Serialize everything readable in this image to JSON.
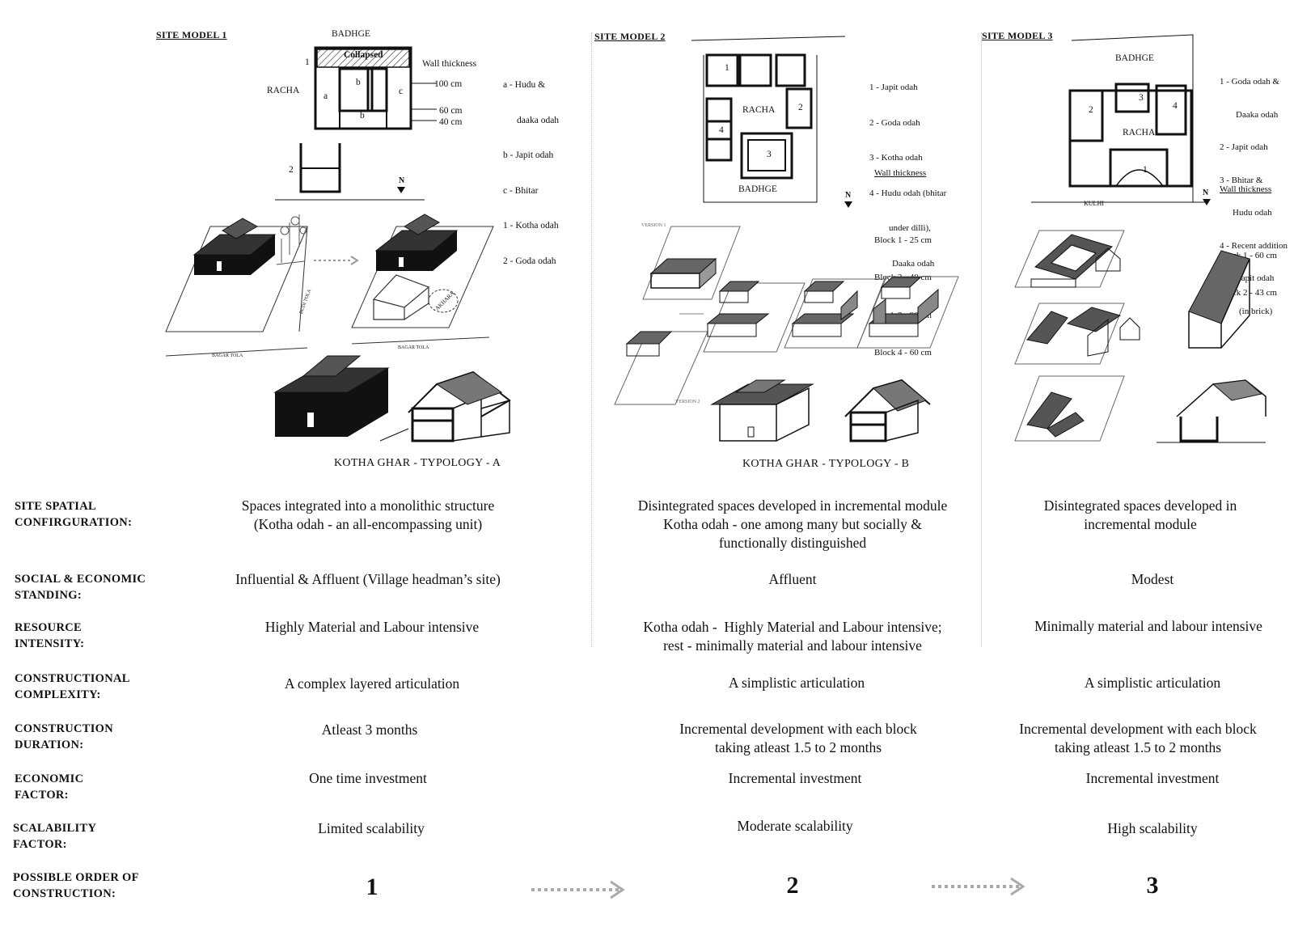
{
  "models": [
    {
      "title": "SITE MODEL 1",
      "plan": {
        "badhge": "BADHGE",
        "collapsed": "Collapsed",
        "racha": "RACHA",
        "letters": [
          "a",
          "b",
          "b",
          "c"
        ],
        "numbers": [
          "1",
          "2"
        ],
        "wall_thickness": "Wall thickness",
        "dims": [
          "100 cm",
          "60 cm",
          "40 cm"
        ]
      },
      "legend": [
        "a - Hudu &",
        "daaka odah",
        "b - Japit odah",
        "c - Bhitar",
        "1 - Kotha odah",
        "2 - Goda odah"
      ],
      "north": "N",
      "caption": "KOTHA GHAR - TYPOLOGY  - A"
    },
    {
      "title": "SITE MODEL 2",
      "plan": {
        "racha": "RACHA",
        "badhge": "BADHGE",
        "numbers": [
          "1",
          "2",
          "3",
          "4"
        ]
      },
      "legend": [
        "1 - Japit odah",
        "2 - Goda odah",
        "3 - Kotha odah",
        "4 - Hudu odah (bhitar",
        "under dilli),",
        "Daaka odah"
      ],
      "wall_title": "Wall thickness",
      "wall_items": [
        "Block 1 - 25 cm",
        "Block 2 - 40 cm",
        "Block 3 - 90 cm",
        "Block 4 - 60 cm"
      ],
      "north": "N",
      "version_labels": [
        "VERSION 1",
        "VERSION 2"
      ],
      "caption": "KOTHA GHAR - TYPOLOGY  - B"
    },
    {
      "title": "SITE MODEL 3",
      "plan": {
        "badhge": "BADHGE",
        "racha": "RACHA",
        "kulhi": "KULHI",
        "numbers": [
          "1",
          "2",
          "3",
          "4"
        ]
      },
      "legend": [
        "1 - Goda odah &",
        "Daaka odah",
        "2 - Japit odah",
        "3 - Bhitar &",
        "Hudu odah",
        "4 - Recent addition",
        "- Japit odah",
        "(in brick)"
      ],
      "wall_title": "Wall thickness",
      "wall_items": [
        "Block 1 - 60 cm",
        "Block 2 - 43 cm"
      ],
      "north": "N"
    }
  ],
  "rows": [
    {
      "label": "SITE SPATIAL\nCONFIRGURATION:",
      "cells": [
        "Spaces integrated into a monolithic structure\n(Kotha odah - an all-encompassing unit)",
        "Disintegrated spaces developed in incremental module\nKotha odah - one among many but socially &\nfunctionally distinguished",
        "Disintegrated spaces developed in\nincremental module"
      ]
    },
    {
      "label": "SOCIAL & ECONOMIC\nSTANDING:",
      "cells": [
        "Influential & Affluent (Village headman’s site)",
        "Affluent",
        "Modest"
      ]
    },
    {
      "label": "RESOURCE\nINTENSITY:",
      "cells": [
        "Highly Material and Labour intensive",
        "Kotha odah -  Highly Material and Labour intensive;\nrest - minimally material and labour intensive",
        "Minimally material and labour intensive"
      ]
    },
    {
      "label": "CONSTRUCTIONAL\nCOMPLEXITY:",
      "cells": [
        "A complex layered articulation",
        "A simplistic articulation",
        "A simplistic articulation"
      ]
    },
    {
      "label": "CONSTRUCTION\nDURATION:",
      "cells": [
        "Atleast 3 months",
        "Incremental development with each block\ntaking atleast 1.5 to 2 months",
        "Incremental development with each block\ntaking atleast 1.5 to 2 months"
      ]
    },
    {
      "label": "ECONOMIC\nFACTOR:",
      "cells": [
        "One time investment",
        "Incremental investment",
        "Incremental investment"
      ]
    },
    {
      "label": "SCALABILITY\nFACTOR:",
      "cells": [
        "Limited scalability",
        "Moderate scalability",
        "High scalability"
      ]
    }
  ],
  "order": {
    "label": "POSSIBLE ORDER OF\nCONSTRUCTION:",
    "values": [
      "1",
      "2",
      "3"
    ]
  },
  "sketch_labels": {
    "road": "BAGAR TOLA",
    "road2": "BUDI TOLA",
    "akhara": "AKHARA"
  }
}
